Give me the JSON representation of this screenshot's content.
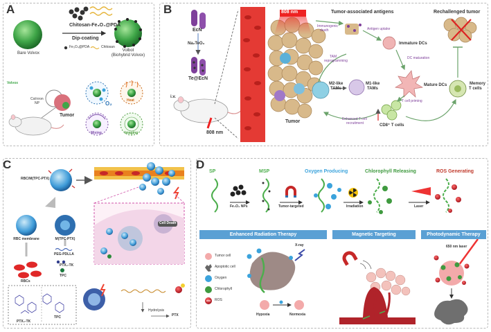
{
  "panel_a": {
    "label": "A",
    "bare_volvox": "Bare Volvox",
    "coating": "Chitosan-Fe₃O₄@PDA",
    "process": "Dip-coating",
    "volbot": "Volbot",
    "volbot_sub": "(Biohybrid Volvox)",
    "legend_fe": "Fe₃O₄@PDA",
    "legend_chitosan": "Chitosan",
    "volvox": "Volvox",
    "coil": "Coil-iron",
    "coil2": "NP",
    "o2": "O₂",
    "heat": "Heat",
    "tumor": "Tumor",
    "mixing": "Mixing",
    "imaging": "Imaging"
  },
  "panel_b": {
    "label": "B",
    "ecn": "EcN",
    "reagent": "Na₂TeO₃",
    "te_ecn": "Te@EcN",
    "iv": "i.v.",
    "laser_left": "808 nm",
    "laser_top": "808 nm",
    "tumor": "Tumor",
    "immunogenic": "Immunogenic",
    "death": "death",
    "taa": "Tumor-associated antigens",
    "antigen_uptake": "Antigen uptake",
    "rechallenged": "Rechallenged tumor",
    "immature": "Immature DCs",
    "dc_maturation": "DC maturation",
    "tam_reprog": "TAM",
    "tam_reprog2": "reprogramming",
    "m2": "M2-like",
    "m2b": "TAMs",
    "m1": "M1-like",
    "m1b": "TAMs",
    "mature": "Mature DCs",
    "memory": "Memory",
    "memory2": "T cells",
    "priming": "T cell priming",
    "enhanced": "Enhanced T cell",
    "enhanced2": "recruitment",
    "cd8": "CD8⁺ T cells"
  },
  "panel_c": {
    "label": "C",
    "rbc_top": "RBC/M(TPC-PTX)",
    "rbc_membrane": "RBC membrane",
    "m_tpc": "M(TPC-PTX)",
    "peg": "PEG-PDLLA",
    "ptx_tk": "PTX₂-TK",
    "tpc": "TPC",
    "rbcs": "RBCs",
    "ptx2tk": "PTX₂-TK",
    "tpc2": "TPC",
    "cell_death": "Cell Death",
    "hydrolysis": "Hydrolysis",
    "ptx": "PTX"
  },
  "panel_d": {
    "label": "D",
    "stages": [
      "SP",
      "MSP",
      "Oxygen Producing",
      "Chlorophyll Releasing",
      "ROS Generating"
    ],
    "fe_nps": "Fe₃O₄ NPs",
    "tumor_targeted": "Tumor-targeted",
    "irradiation": "Irradiation",
    "laser": "Laser",
    "bar1": "Enhanced Radiation Therapy",
    "bar2": "Magnetic Targeting",
    "bar3": "Photodynamic Therapy",
    "legend": [
      "Tumor cell",
      "Apoptotic cell",
      "Oxygen",
      "Chlorophyll",
      "ROS"
    ],
    "xray": "X-ray",
    "laser650": "650 nm laser",
    "hypoxia": "Hypoxia",
    "normoxia": "Normoxia"
  },
  "colors": {
    "spiral": "#4cae4c",
    "oxygen": "#3ba3dc",
    "chlorophyll": "#3f9a3f",
    "ros": "#c0392b",
    "bar": "#5aa0d4",
    "vessel": "#d9302c",
    "tumor": "#d8b98a"
  }
}
